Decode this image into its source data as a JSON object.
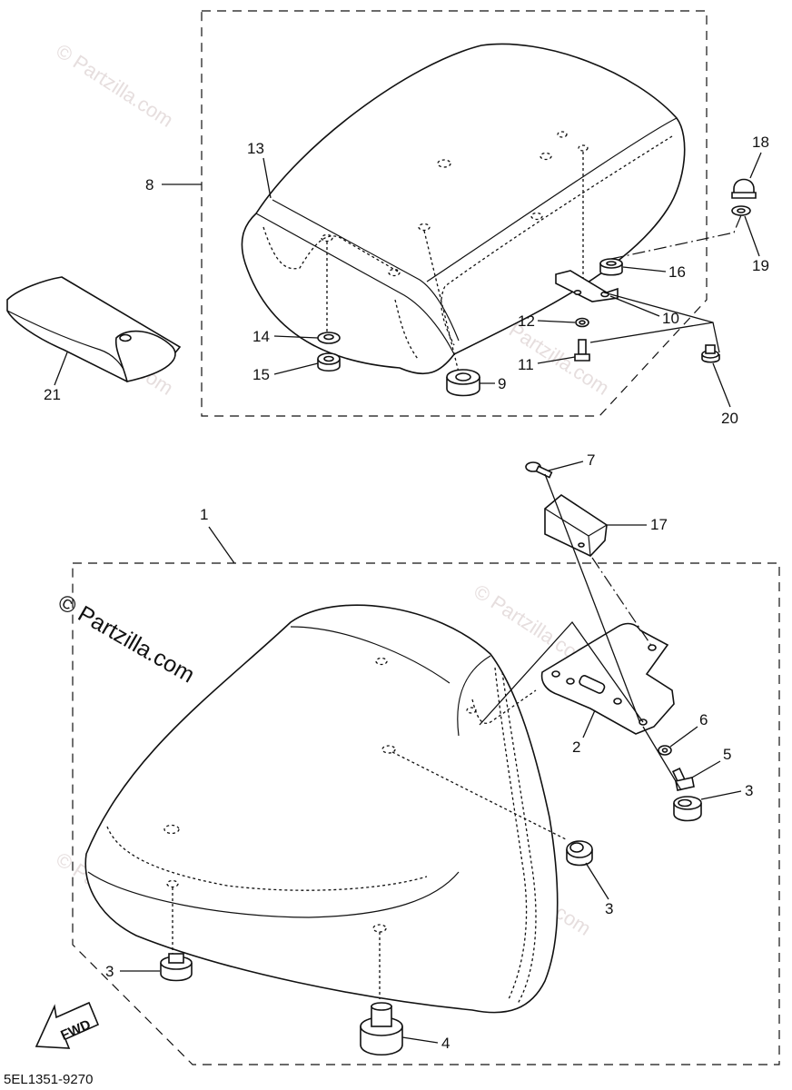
{
  "diagram": {
    "parts": [
      {
        "id": "p1",
        "label": "1"
      },
      {
        "id": "p2",
        "label": "2"
      },
      {
        "id": "p3a",
        "label": "3"
      },
      {
        "id": "p3b",
        "label": "3"
      },
      {
        "id": "p3c",
        "label": "3"
      },
      {
        "id": "p4",
        "label": "4"
      },
      {
        "id": "p5",
        "label": "5"
      },
      {
        "id": "p6",
        "label": "6"
      },
      {
        "id": "p7",
        "label": "7"
      },
      {
        "id": "p8",
        "label": "8"
      },
      {
        "id": "p9",
        "label": "9"
      },
      {
        "id": "p10",
        "label": "10"
      },
      {
        "id": "p11",
        "label": "11"
      },
      {
        "id": "p12",
        "label": "12"
      },
      {
        "id": "p13",
        "label": "13"
      },
      {
        "id": "p14",
        "label": "14"
      },
      {
        "id": "p15",
        "label": "15"
      },
      {
        "id": "p16",
        "label": "16"
      },
      {
        "id": "p17",
        "label": "17"
      },
      {
        "id": "p18",
        "label": "18"
      },
      {
        "id": "p19",
        "label": "19"
      },
      {
        "id": "p20",
        "label": "20"
      },
      {
        "id": "p21",
        "label": "21"
      }
    ],
    "fwd_label": "FWD",
    "diagram_code": "5EL1351-9270",
    "watermark": "© Partzilla.com"
  }
}
